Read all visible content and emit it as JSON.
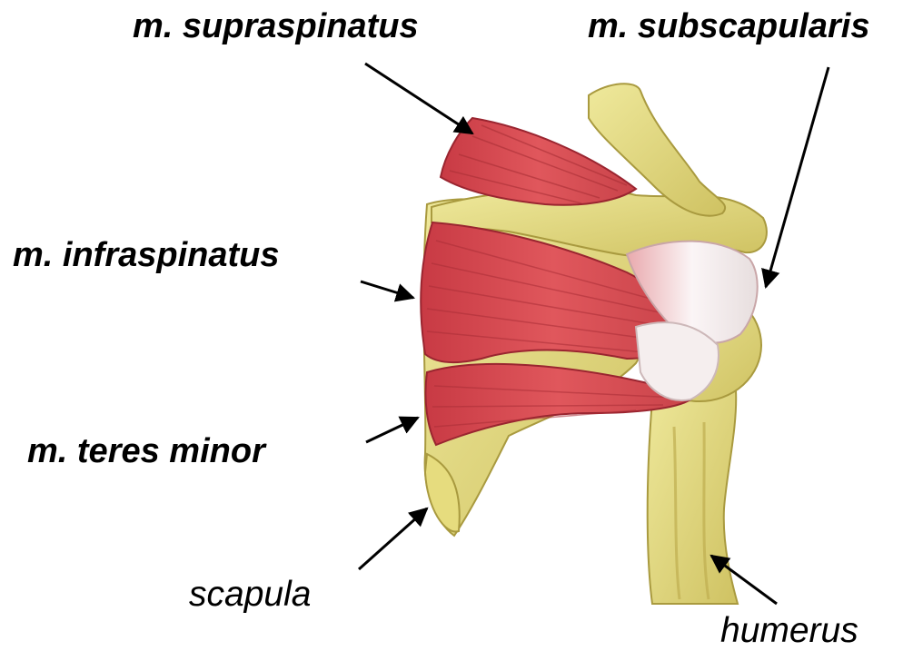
{
  "labels": {
    "supraspinatus": "m. supraspinatus",
    "subscapularis": "m. subscapularis",
    "infraspinatus": "m. infraspinatus",
    "teres_minor": "m. teres minor",
    "scapula": "scapula",
    "humerus": "humerus"
  },
  "colors": {
    "bone": "#e6de84",
    "bone_dark": "#b9ad4e",
    "muscle": "#d9484f",
    "muscle_dark": "#a92e36",
    "tendon": "#f3ecee",
    "arrow": "#000000"
  }
}
